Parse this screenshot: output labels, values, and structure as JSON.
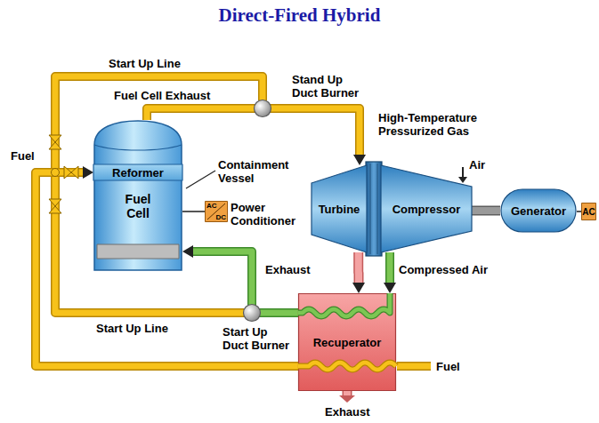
{
  "diagram": {
    "title": "Direct-Fired Hybrid",
    "nodes": [
      {
        "text": [
          "Fuel Cell"
        ]
      },
      {
        "text": [
          "Reformer"
        ],
        "in": 0
      },
      {
        "text": [
          "AC",
          "DC"
        ]
      },
      {
        "text": [
          "Turbine"
        ]
      },
      {
        "text": [
          "Compressor"
        ]
      },
      {
        "text": [
          "Generator"
        ]
      },
      {
        "text": [
          "AC"
        ]
      },
      {
        "text": [
          "Recuperator"
        ]
      }
    ],
    "edges": [
      {
        "from": 0,
        "to": 3,
        "arrow": "to"
      },
      {
        "from": 3,
        "to": 7,
        "arrow": "to"
      },
      {
        "from": 4,
        "to": 7,
        "arrow": "to"
      },
      {
        "from": 7,
        "to": 0,
        "arrow": "to"
      },
      {
        "from": 7,
        "to": 1,
        "arrow": "to"
      },
      {
        "from": 0,
        "to": 2,
        "arrow": "none"
      },
      {
        "from": 4,
        "to": 5,
        "arrow": "none"
      },
      {
        "from": 5,
        "to": 6,
        "arrow": "none"
      }
    ],
    "labels": [
      "Start Up Line",
      "Fuel Cell Exhaust",
      "Stand Up Duct Burner",
      "High-Temperature Pressurized Gas",
      "Fuel",
      "Containment Vessel",
      "Power Conditioner",
      "Air",
      "Exhaust",
      "Compressed Air",
      "Start Up Line",
      "Start Up Duct Burner",
      "Fuel",
      "Exhaust"
    ]
  }
}
